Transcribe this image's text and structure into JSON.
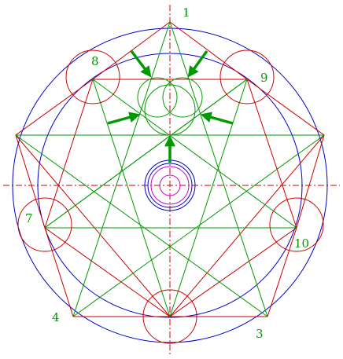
{
  "diagram": {
    "labels": {
      "p1": "1",
      "p3": "3",
      "p4": "4",
      "p7": "7",
      "p8": "8",
      "p9": "9",
      "p10": "10"
    },
    "colors": {
      "background": "#ffffff",
      "axis": "#cc0000",
      "outer_circle": "#0000cc",
      "inner_circle": "#0000cc",
      "outer_star_polygon": "#cc0000",
      "inner_star": "#009900",
      "vertex_circles": "#cc0000",
      "small_inner_circles": "#009900",
      "arrows": "#009900",
      "label_text": "#009900",
      "center_blue": "#0000cc",
      "center_magenta": "#cc00cc"
    },
    "icons": [
      "arrow-icon"
    ]
  }
}
